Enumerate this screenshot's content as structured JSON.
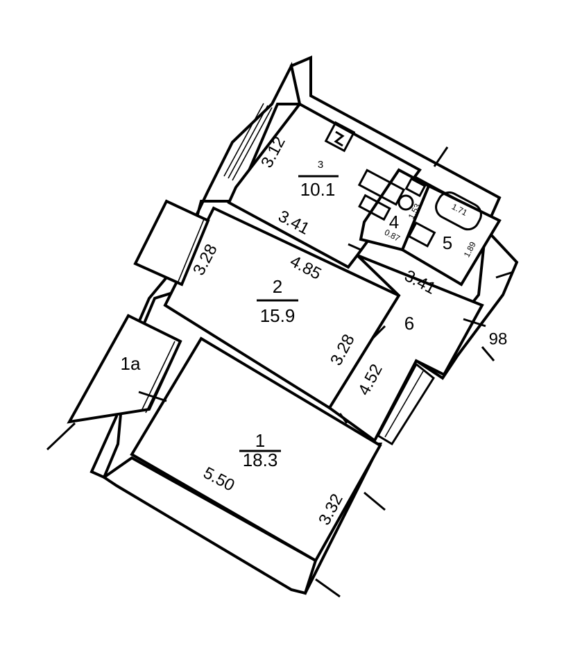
{
  "rooms": [
    {
      "id": "1",
      "number": "1",
      "area": "18.3"
    },
    {
      "id": "2",
      "number": "2",
      "area": "15.9"
    },
    {
      "id": "3",
      "number": "3",
      "area": "10.1"
    },
    {
      "id": "4",
      "number": "4"
    },
    {
      "id": "5",
      "number": "5"
    },
    {
      "id": "6",
      "number": "6"
    },
    {
      "id": "1a",
      "number": "1a"
    }
  ],
  "dimensions": {
    "room1_length": "5.50",
    "room1_width": "3.32",
    "room2_top": "4.85",
    "room2_left": "3.28",
    "room2_right": "3.28",
    "room3_width": "3.41",
    "room3_side": "3.12",
    "hall_length": "4.52",
    "hall_width": "3.41",
    "bath_length": "1.71",
    "bath_width": "1.89",
    "wc_a": "0.87",
    "wc_b": "1.53",
    "door_98": "98"
  }
}
